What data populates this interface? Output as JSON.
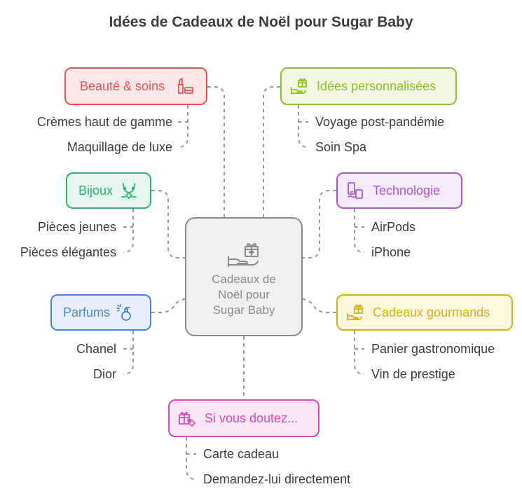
{
  "title": "Idées de Cadeaux de Noël pour Sugar Baby",
  "center": {
    "label": "Cadeaux de\nNoël pour\nSugar Baby",
    "icon": "hand-gift-icon"
  },
  "categories": {
    "beaute": {
      "label": "Beauté & soins",
      "icon": "lipstick-icon",
      "color": "#e35656",
      "fill": "#fde7e7",
      "items": [
        "Crèmes haut de gamme",
        "Maquillage de luxe"
      ]
    },
    "bijoux": {
      "label": "Bijoux",
      "icon": "necklace-icon",
      "color": "#2fb36e",
      "fill": "#e3f7ec",
      "items": [
        "Pièces jeunes",
        "Pièces élégantes"
      ]
    },
    "parfums": {
      "label": "Parfums",
      "icon": "perfume-bottle-icon",
      "color": "#4a86d4",
      "fill": "#e6effb",
      "items": [
        "Chanel",
        "Dior"
      ]
    },
    "personnalisees": {
      "label": "Idées personnalisées",
      "icon": "hand-gift-icon",
      "color": "#8cc02f",
      "fill": "#f1f8e1",
      "items": [
        "Voyage post-pandémie",
        "Soin Spa"
      ]
    },
    "technologie": {
      "label": "Technologie",
      "icon": "devices-icon",
      "color": "#a856d6",
      "fill": "#f5e9fb",
      "items": [
        "AirPods",
        "iPhone"
      ]
    },
    "gourmands": {
      "label": "Cadeaux gourmands",
      "icon": "hand-gift-icon",
      "color": "#d1b41c",
      "fill": "#fcf7dc",
      "items": [
        "Panier gastronomique",
        "Vin de prestige"
      ]
    },
    "doutez": {
      "label": "Si vous doutez...",
      "icon": "gift-tag-icon",
      "color": "#d44fb9",
      "fill": "#fbe6f6",
      "items": [
        "Carte cadeau",
        "Demandez-lui directement"
      ]
    }
  }
}
